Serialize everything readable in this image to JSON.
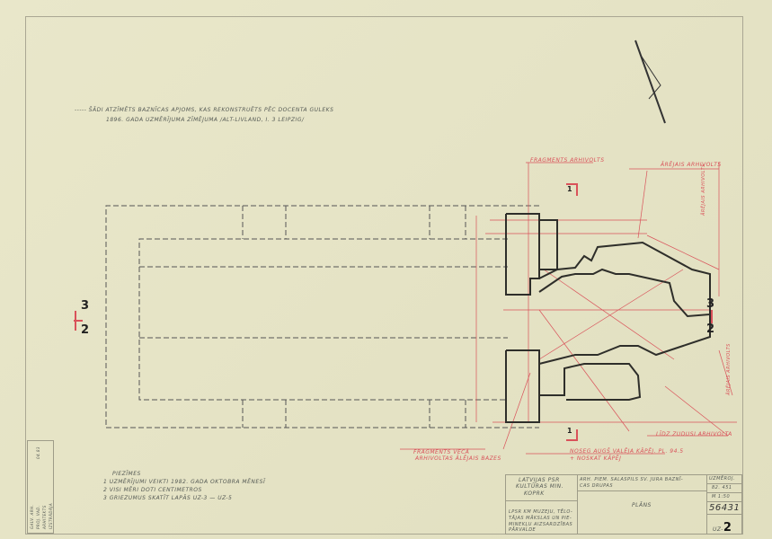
{
  "header_note": {
    "line1": "----- ŠĀDI ATZĪMĒTS BAZNĪCAS APJOMS, KAS REKONSTRUĒTS PĒC DOCENTA GULEKS",
    "line2": "1896. GADA UZMĒRĪJUMA ZĪMĒJUMA /ALT-LIVLAND, I. 3 LEIPZIG/"
  },
  "notes": {
    "title": "PIEZĪMES",
    "items": [
      "1  UZMĒRĪJUMI VEIKTI 1982. GADA OKTOBRA MĒNESĪ",
      "2  VISI MĒRI DOTI CENTIMETROS",
      "3  GRIEZUMUS SKATĪT LAPĀS UZ-3 — UZ-5"
    ]
  },
  "red_labels": {
    "top_left": "FRAGMENTS ARHIVOLTS",
    "top_right": "ĀRĒJAIS ARHIVOLTS",
    "right_vertical_upper": "ĀRĒJAIS ARHIVOLTS",
    "right_vertical_lower": "ĀRĒJAIS ARHIVOLTS",
    "bottom_right": "LĪDZ ZUDUSI ARHIVOLTA",
    "bottom_left_1": "FRAGMENTS VECĀ",
    "bottom_left_2": "ARHIVOLTAS ĀLĒJAIS BAZES",
    "bottom_mid_1": "NOSEG AUGŠ VAĻĒJA KĀPĒJ. PL. 94.5",
    "bottom_mid_2": "+ NOSKAT KĀPĒJ"
  },
  "section_marks": {
    "left_top": "3",
    "left_bottom": "2",
    "right_top": "3",
    "right_bottom": "2",
    "top": "1",
    "bottom": "1"
  },
  "title_block": {
    "org_1": "LATVIJAS PSR",
    "org_2": "KULTŪRAS MIN.",
    "org_3": "KOPRK",
    "inst_1": "LPSR KM MUZEJU, TĒLO-",
    "inst_2": "TĀJAS MĀKSLAS UN PIE-",
    "inst_3": "MINEKĻU AIZSARDZĪBAS",
    "inst_4": "PĀRVALDE",
    "project_1": "ARH. PIEM. SALASPILS SV. JURA BAZNĪ-",
    "project_2": "CAS DRUPAS",
    "sheet_title": "PLĀNS",
    "measured_label": "UZMĒROJ.",
    "year": "82. 451",
    "scale": "M 1:50",
    "number": "56431",
    "sheet_prefix": "UZ-",
    "sheet_num": "2"
  },
  "stamp_side": {
    "rows": [
      "GALV. ARH.",
      "PROJ. VAD.",
      "ARHITEKTS",
      "IZSTRĀDĀJA"
    ],
    "date": "04.83"
  },
  "colors": {
    "paper": "#e6e4c6",
    "ink": "#3a3a34",
    "red": "#d9525a"
  }
}
